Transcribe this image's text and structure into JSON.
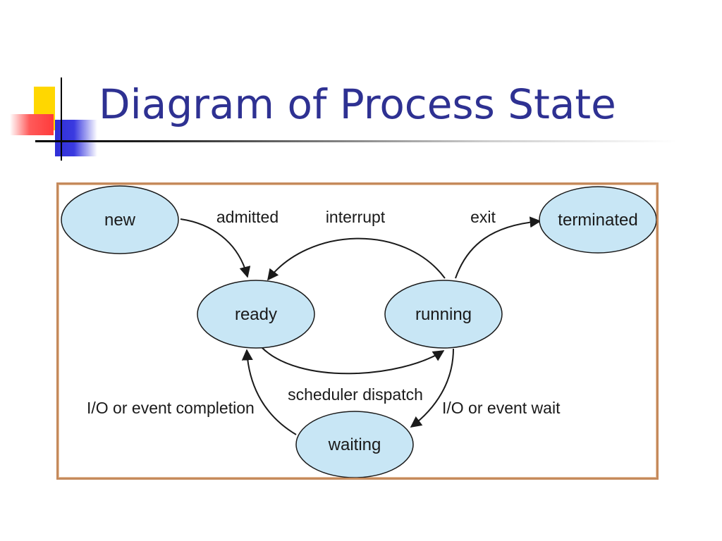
{
  "slide": {
    "title": "Diagram of Process State"
  },
  "diagram": {
    "nodes": {
      "new": "new",
      "ready": "ready",
      "running": "running",
      "waiting": "waiting",
      "terminated": "terminated"
    },
    "edges": {
      "admitted": "admitted",
      "interrupt": "interrupt",
      "exit": "exit",
      "scheduler_dispatch": "scheduler dispatch",
      "io_event_completion": "I/O or event completion",
      "io_event_wait": "I/O or event wait"
    },
    "colors": {
      "node_fill": "#c8e6f5",
      "title": "#2e3192",
      "frame": "#c58a5c"
    }
  }
}
